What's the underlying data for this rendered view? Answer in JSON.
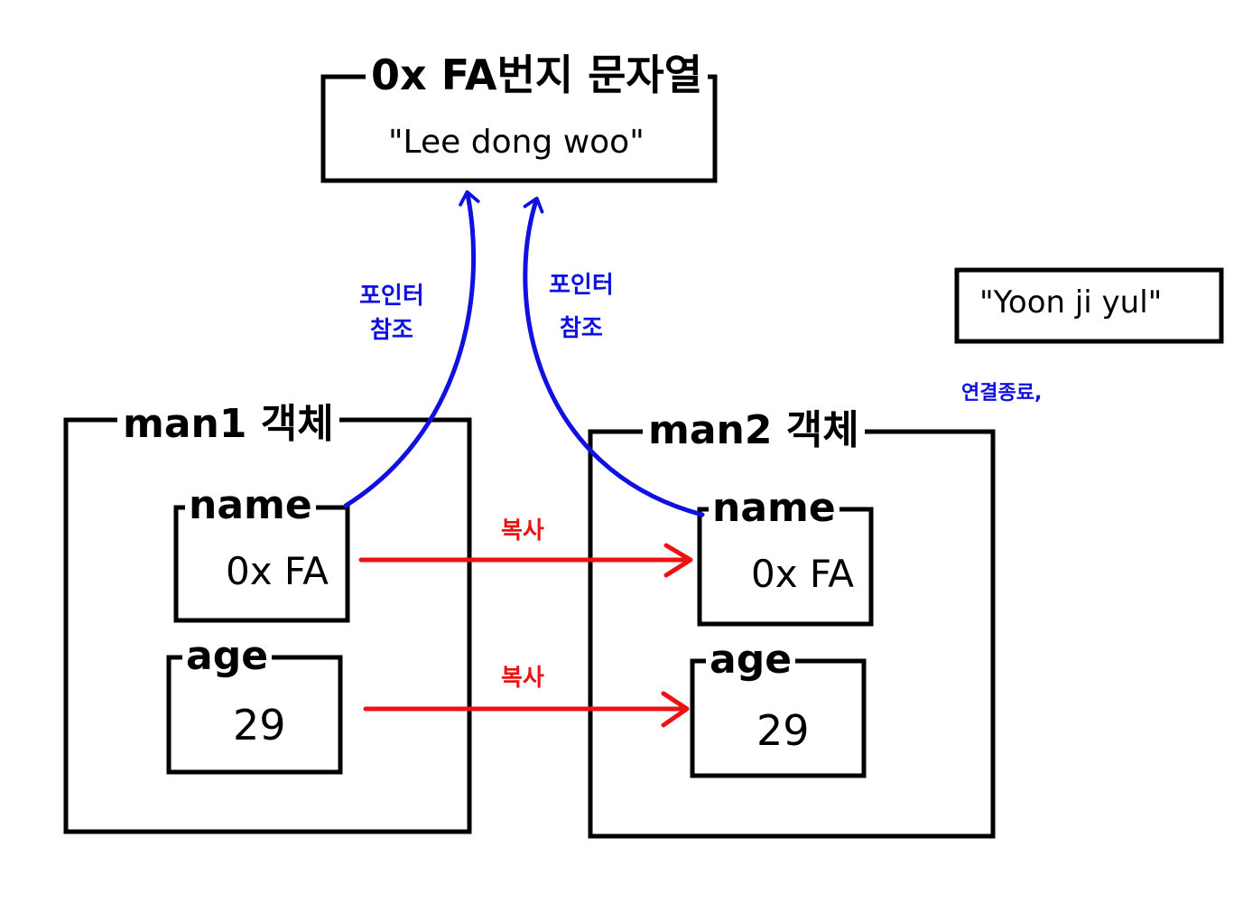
{
  "colors": {
    "ink": "#000000",
    "pointer_arrow": "#1010e0",
    "copy_arrow": "#ee1111"
  },
  "string_box": {
    "title": "0x FA번지 문자열",
    "value": "\"Lee dong woo\""
  },
  "detached_box": {
    "value": "\"Yoon ji yul\"",
    "note": "연결종료,"
  },
  "man1": {
    "title": "man1 객체",
    "name_label": "name",
    "name_value": "0x FA",
    "age_label": "age",
    "age_value": "29"
  },
  "man2": {
    "title": "man2 객체",
    "name_label": "name",
    "name_value": "0x FA",
    "age_label": "age",
    "age_value": "29"
  },
  "pointer_labels": {
    "left_line1": "포인터",
    "left_line2": "참조",
    "right_line1": "포인터",
    "right_line2": "참조"
  },
  "copy_labels": {
    "name_copy": "복사",
    "age_copy": "복사"
  }
}
